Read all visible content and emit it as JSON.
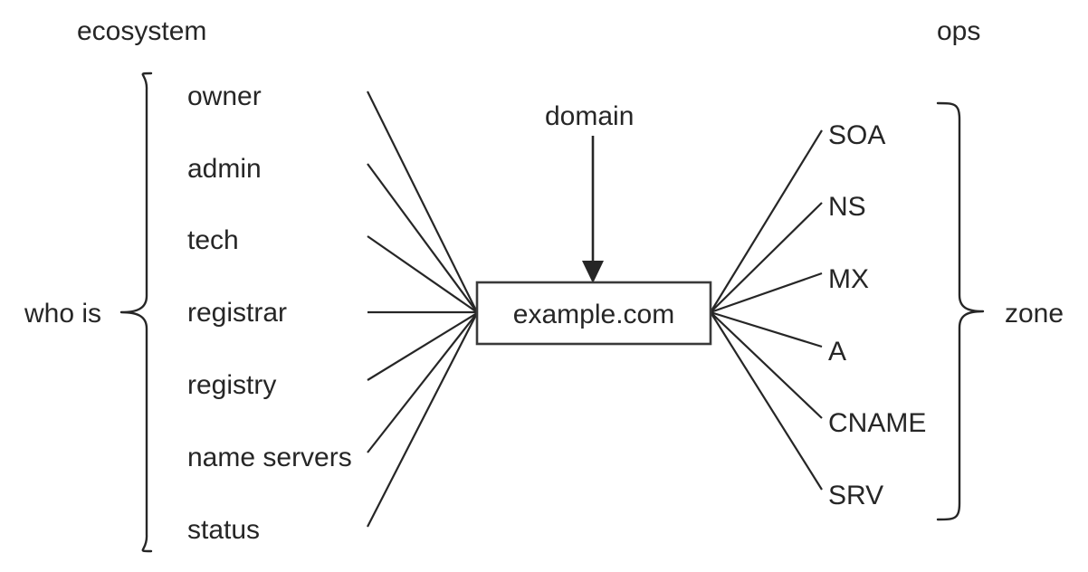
{
  "diagram": {
    "title_left": "ecosystem",
    "title_right": "ops",
    "center_node": "example.com",
    "center_edge_label": "domain",
    "left_brace_label": "who is",
    "right_brace_label": "zone",
    "left_items": [
      "owner",
      "admin",
      "tech",
      "registrar",
      "registry",
      "name servers",
      "status"
    ],
    "right_items": [
      "SOA",
      "NS",
      "MX",
      "A",
      "CNAME",
      "SRV"
    ],
    "colors": {
      "background": "#ffffff",
      "stroke": "#262626",
      "text": "#262626",
      "box_stroke": "#3a3a3a"
    }
  }
}
